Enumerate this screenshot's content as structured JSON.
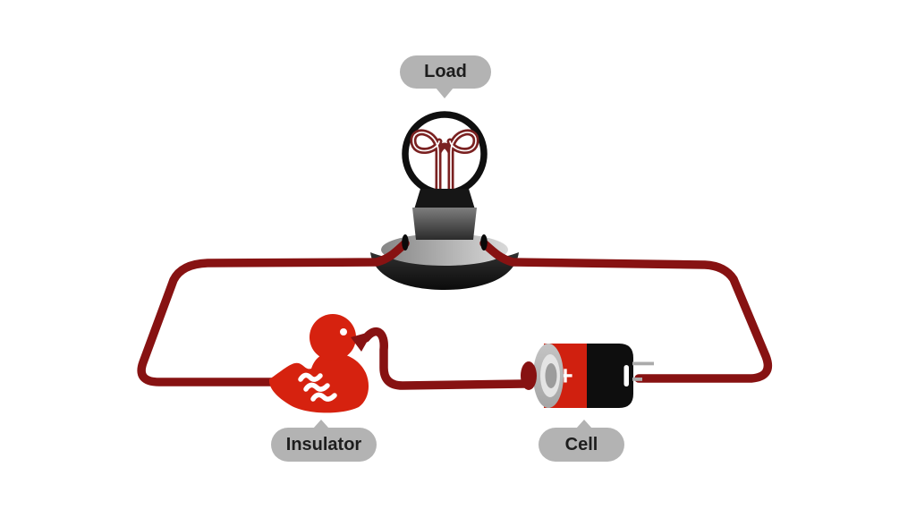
{
  "labels": {
    "load": "Load",
    "insulator": "Insulator",
    "cell": "Cell"
  },
  "battery": {
    "plus_symbol": "+"
  },
  "icons": {
    "load": "light-bulb-icon",
    "insulator": "rubber-duck-icon",
    "cell": "battery-icon",
    "callout_pointers": "triangle-pointer"
  },
  "colors": {
    "background": "#ffffff",
    "wire": "#871212",
    "duck": "#d6220f",
    "battery_red": "#d0200f",
    "battery_black": "#0e0e0e",
    "filament": "#7a2121",
    "label_bg": "#b3b3b3",
    "label_text": "#1d1d1d"
  }
}
